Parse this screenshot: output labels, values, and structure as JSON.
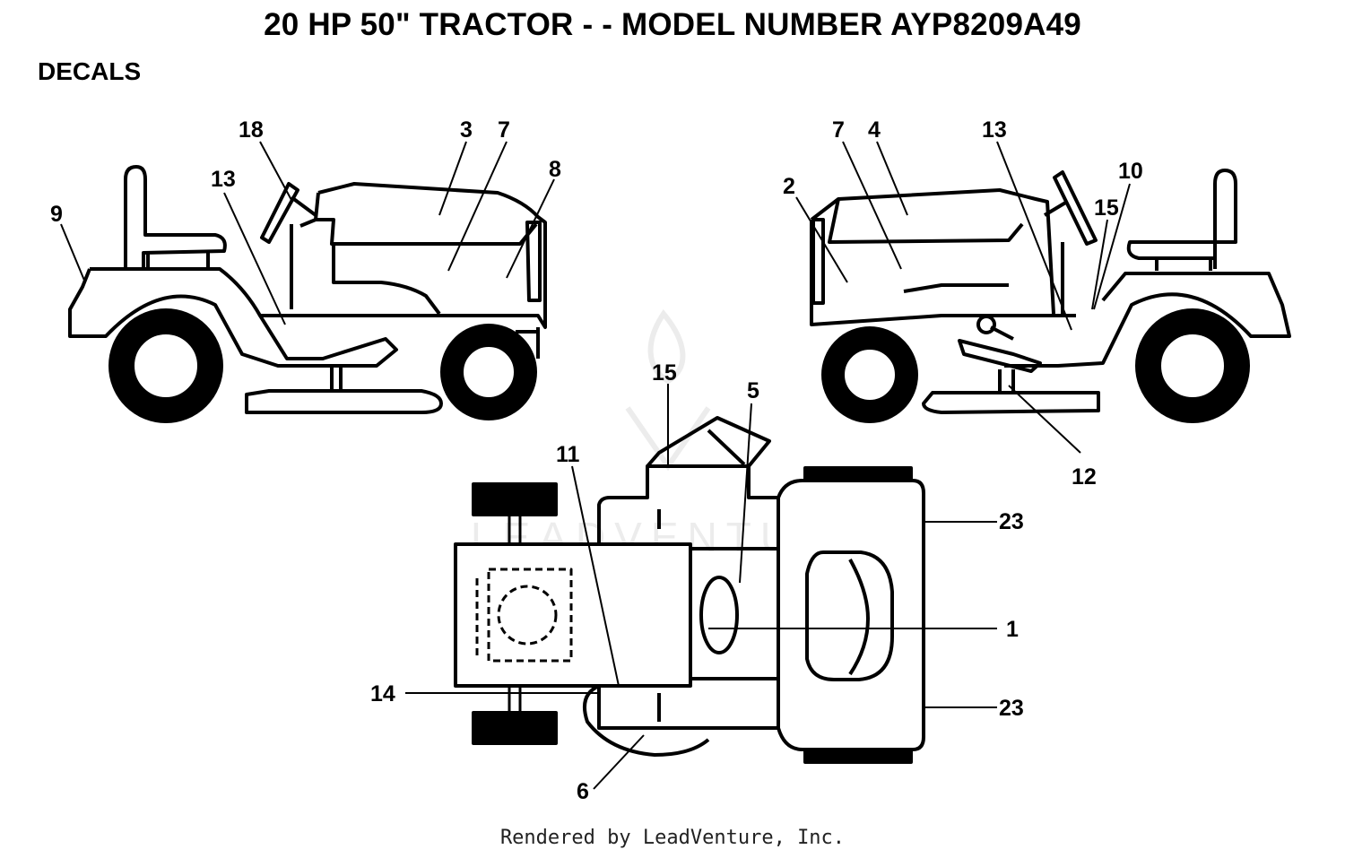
{
  "title": "20 HP 50\" TRACTOR - - MODEL NUMBER AYP8209A49",
  "section": "DECALS",
  "watermark": "LEADVENTURE",
  "footer": "Rendered by LeadVenture, Inc.",
  "callouts": {
    "left_view": [
      "18",
      "3",
      "7",
      "8",
      "13",
      "9"
    ],
    "right_view": [
      "7",
      "4",
      "13",
      "2",
      "10",
      "15",
      "12"
    ],
    "top_view": [
      "15",
      "5",
      "11",
      "23",
      "1",
      "14",
      "23",
      "6"
    ]
  }
}
